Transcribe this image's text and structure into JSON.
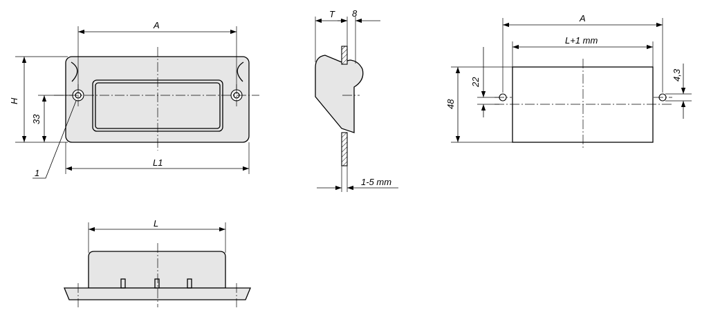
{
  "front_view": {
    "dim_width_between_holes": "A",
    "dim_height": "H",
    "dim_hole_height": "33",
    "dim_overall_length": "L1",
    "callout_fixing_hole": "1"
  },
  "side_view": {
    "dim_depth": "T",
    "dim_flange": "8",
    "dim_panel_thickness": "1-5 mm"
  },
  "top_view": {
    "dim_length": "L"
  },
  "cutout_view": {
    "dim_hole_spacing": "A",
    "dim_cutout_length": "L+1 mm",
    "dim_hole_offset": "22",
    "dim_cutout_height": "48",
    "dim_hole_diameter": "4,3"
  }
}
